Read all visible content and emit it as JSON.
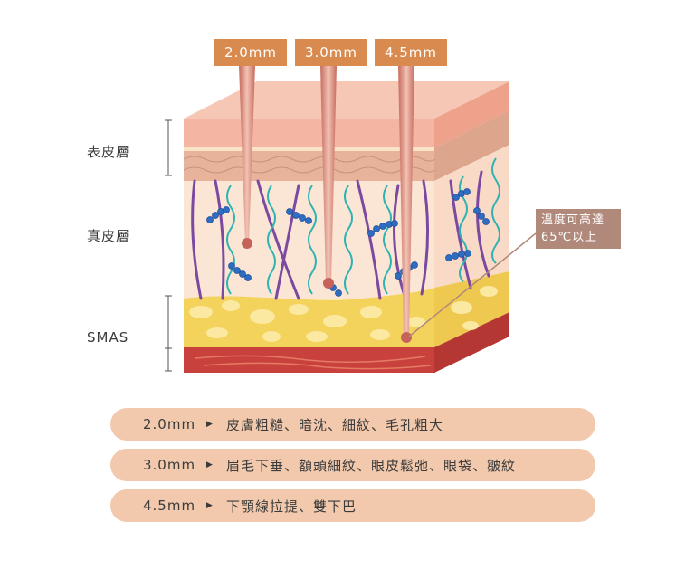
{
  "depth_tags": [
    "2.0mm",
    "3.0mm",
    "4.5mm"
  ],
  "layer_labels": {
    "epidermis": "表皮層",
    "dermis": "真皮層",
    "smas": "SMAS"
  },
  "temperature_note": [
    "溫度可高達",
    "65℃以上"
  ],
  "effects": [
    {
      "depth": "2.0mm",
      "description": "皮膚粗糙、暗沈、細紋、毛孔粗大"
    },
    {
      "depth": "3.0mm",
      "description": "眉毛下垂、額頭細紋、眼皮鬆弛、眼袋、皺紋"
    },
    {
      "depth": "4.5mm",
      "description": "下顎線拉提、雙下巴"
    }
  ],
  "colors": {
    "tag_bg": "#d98a4e",
    "pill_bg": "#f2c9ac",
    "temp_bg": "#b0897a",
    "epidermis": "#f4b6a2",
    "dermis": "#fbe6d6",
    "fat": "#f3d35c",
    "muscle": "#c8413c",
    "collagen_purple": "#7b4aa0",
    "elastin_teal": "#2fb3b0",
    "cell_blue": "#2f6dc2"
  }
}
